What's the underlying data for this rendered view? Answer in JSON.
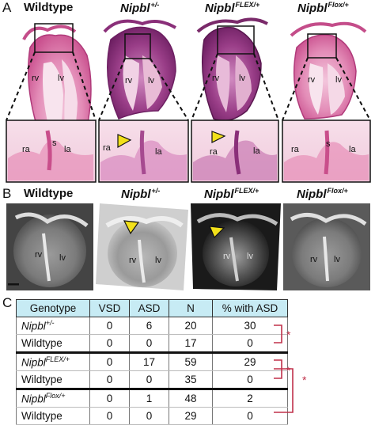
{
  "panels": {
    "a_letter": "A",
    "b_letter": "B",
    "c_letter": "C"
  },
  "genotypes": [
    {
      "base": "Wildtype",
      "sup": ""
    },
    {
      "base": "Nipbl",
      "sup": "+/-"
    },
    {
      "base": "Nipbl",
      "sup": "FLEX/+"
    },
    {
      "base": "Nipbl",
      "sup": "Flox/+"
    }
  ],
  "histology_labels": {
    "rv": "rv",
    "lv": "lv",
    "ra": "ra",
    "la": "la",
    "s": "s"
  },
  "colors": {
    "he_pink": "#d8679e",
    "he_dark": "#7a2a6a",
    "arrowhead": "#f2e01a",
    "table_header": "#c7ebf4",
    "significance": "#c0304a"
  },
  "table": {
    "headers": [
      "Genotype",
      "VSD",
      "ASD",
      "N",
      "% with ASD"
    ],
    "rows": [
      {
        "base": "Nipbl",
        "sup": "+/-",
        "italic": true,
        "vsd": "0",
        "asd": "6",
        "n": "20",
        "pct": "30"
      },
      {
        "base": "Wildtype",
        "sup": "",
        "italic": false,
        "vsd": "0",
        "asd": "0",
        "n": "17",
        "pct": "0"
      },
      {
        "base": "Nipbl",
        "sup": "FLEX/+",
        "italic": true,
        "vsd": "0",
        "asd": "17",
        "n": "59",
        "pct": "29"
      },
      {
        "base": "Wildtype",
        "sup": "",
        "italic": false,
        "vsd": "0",
        "asd": "0",
        "n": "35",
        "pct": "0"
      },
      {
        "base": "Nipbl",
        "sup": "Flox/+",
        "italic": true,
        "vsd": "0",
        "asd": "1",
        "n": "48",
        "pct": "2"
      },
      {
        "base": "Wildtype",
        "sup": "",
        "italic": false,
        "vsd": "0",
        "asd": "0",
        "n": "29",
        "pct": "0"
      }
    ],
    "sig_mark": "*"
  }
}
